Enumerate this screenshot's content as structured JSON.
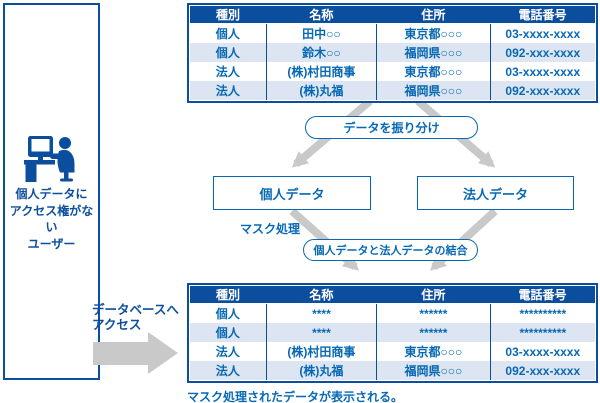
{
  "colors": {
    "navy": "#0C4E9E",
    "blue": "#0768B4",
    "row_alt": "#DCE5F1",
    "arrow_gray": "#C9C9C9"
  },
  "left_panel": {
    "icon": "user-at-computer-icon",
    "label_lines": [
      "個人データに",
      "アクセス権がない",
      "ユーザー"
    ]
  },
  "db_access": {
    "label_lines": [
      "データベースへ",
      "アクセス"
    ],
    "icon": "big-right-arrow"
  },
  "source_table": {
    "headers": [
      "種別",
      "名称",
      "住所",
      "電話番号"
    ],
    "rows": [
      [
        "個人",
        "田中○○",
        "東京都○○○",
        "03-xxxx-xxxx"
      ],
      [
        "個人",
        "鈴木○○",
        "福岡県○○○",
        "092-xxx-xxxx"
      ],
      [
        "法人",
        "(株)村田商事",
        "東京都○○○",
        "03-xxxx-xxxx"
      ],
      [
        "法人",
        "(株)丸福",
        "福岡県○○○",
        "092-xxx-xxxx"
      ]
    ]
  },
  "flow": {
    "sort_step": "データを振り分け",
    "personal_box": "個人データ",
    "corporate_box": "法人データ",
    "mask_label": "マスク処理",
    "merge_step": "個人データと法人データの結合"
  },
  "result_table": {
    "headers": [
      "種別",
      "名称",
      "住所",
      "電話番号"
    ],
    "rows": [
      [
        "個人",
        "****",
        "******",
        "**********"
      ],
      [
        "個人",
        "****",
        "******",
        "**********"
      ],
      [
        "法人",
        "(株)村田商事",
        "東京都○○○",
        "03-xxxx-xxxx"
      ],
      [
        "法人",
        "(株)丸福",
        "福岡県○○○",
        "092-xxx-xxxx"
      ]
    ]
  },
  "caption": "マスク処理されたデータが表示される。"
}
